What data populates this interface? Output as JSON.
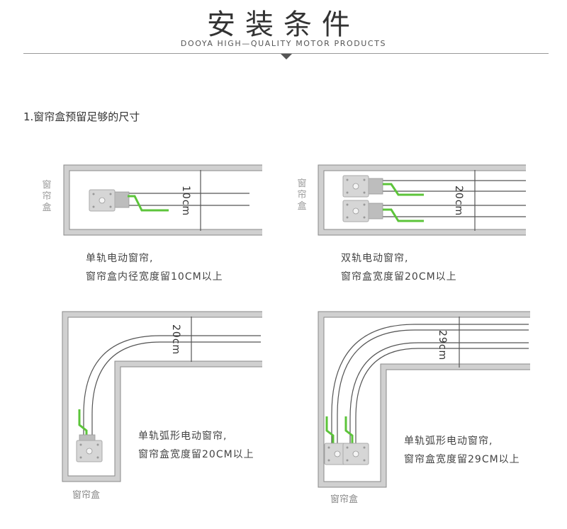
{
  "header": {
    "title": "安装条件",
    "subtitle": "DOOYA HIGH—QUALITY MOTOR PRODUCTS"
  },
  "section": {
    "heading": "1.窗帘盒预留足够的尺寸"
  },
  "diagrams": [
    {
      "box_label": "窗帘盒",
      "dimension": "10cm",
      "caption_line1": "单轨电动窗帘,",
      "caption_line2": "窗帘盒内径宽度留10CM以上"
    },
    {
      "box_label": "窗帘盒",
      "dimension": "20cm",
      "caption_line1": "双轨电动窗帘,",
      "caption_line2": "窗帘盒宽度留20CM以上"
    },
    {
      "box_label": "窗帘盒",
      "dimension": "20cm",
      "caption_line1": "单轨弧形电动窗帘,",
      "caption_line2": "窗帘盒宽度留20CM以上"
    },
    {
      "box_label": "窗帘盒",
      "dimension": "29cm",
      "caption_line1": "单轨弧形电动窗帘,",
      "caption_line2": "窗帘盒宽度留29CM以上"
    }
  ],
  "colors": {
    "box_frame": "#c8c8c8",
    "box_frame_edge": "#8a8a8a",
    "rail": "#555555",
    "green_cable": "#5cc43a",
    "motor": "#cfcfcf"
  }
}
